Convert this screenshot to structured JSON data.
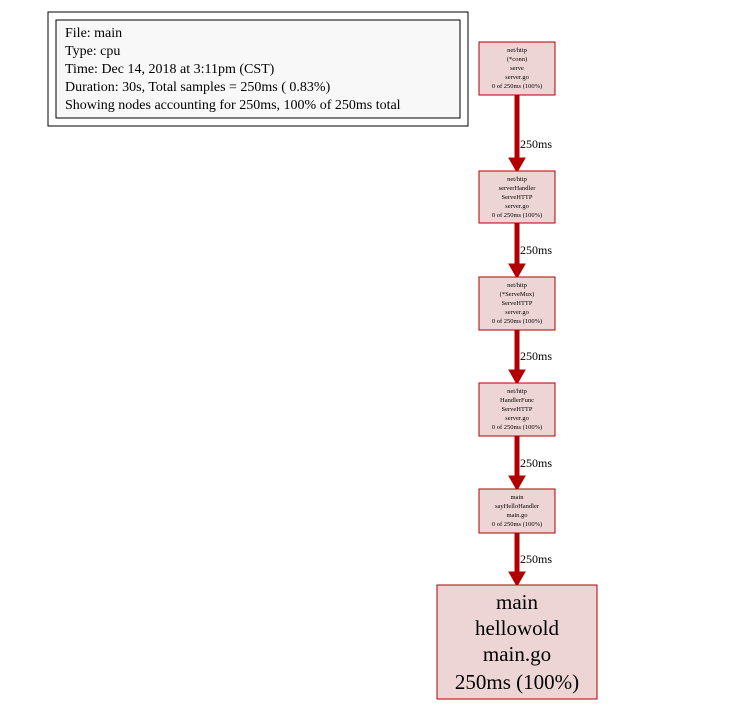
{
  "legend": {
    "lines": [
      "File: main",
      "Type: cpu",
      "Time: Dec 14, 2018 at 3:11pm (CST)",
      "Duration: 30s, Total samples = 250ms ( 0.83%)",
      "Showing nodes accounting for 250ms, 100% of 250ms total"
    ]
  },
  "nodes": [
    {
      "id": "n1",
      "lines": [
        "net/http",
        "(*conn)",
        "serve",
        "server.go",
        "0 of 250ms (100%)"
      ]
    },
    {
      "id": "n2",
      "lines": [
        "net/http",
        "serverHandler",
        "ServeHTTP",
        "server.go",
        "0 of 250ms (100%)"
      ]
    },
    {
      "id": "n3",
      "lines": [
        "net/http",
        "(*ServeMux)",
        "ServeHTTP",
        "server.go",
        "0 of 250ms (100%)"
      ]
    },
    {
      "id": "n4",
      "lines": [
        "net/http",
        "HandlerFunc",
        "ServeHTTP",
        "server.go",
        "0 of 250ms (100%)"
      ]
    },
    {
      "id": "n5",
      "lines": [
        "main",
        "sayHelloHandler",
        "main.go",
        "0 of 250ms (100%)"
      ]
    },
    {
      "id": "n6",
      "lines": [
        "main",
        "hellowold",
        "main.go",
        "250ms (100%)"
      ]
    }
  ],
  "edges": [
    {
      "from": "n1",
      "to": "n2",
      "label": "250ms"
    },
    {
      "from": "n2",
      "to": "n3",
      "label": "250ms"
    },
    {
      "from": "n3",
      "to": "n4",
      "label": "250ms"
    },
    {
      "from": "n4",
      "to": "n5",
      "label": "250ms"
    },
    {
      "from": "n5",
      "to": "n6",
      "label": "250ms"
    }
  ],
  "colors": {
    "node_fill": "#edd5d5",
    "node_border": "#b20000",
    "edge": "#b20000"
  }
}
